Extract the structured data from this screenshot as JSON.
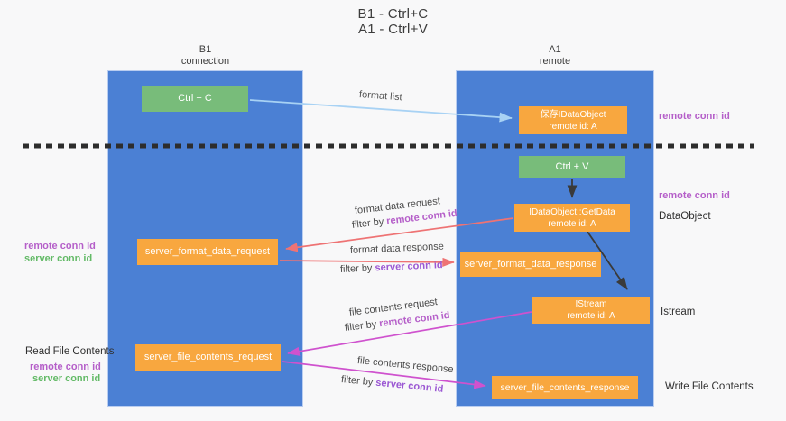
{
  "title": {
    "line1": "B1 - Ctrl+C",
    "line2": "A1 - Ctrl+V"
  },
  "columns": {
    "left": {
      "header_line1": "B1",
      "header_line2": "connection"
    },
    "right": {
      "header_line1": "A1",
      "header_line2": "remote"
    }
  },
  "boxes": {
    "ctrl_c": {
      "label": "Ctrl + C"
    },
    "ctrl_v": {
      "label": "Ctrl + V"
    },
    "save_dataobject": {
      "line1": "保存IDataObject",
      "line2": "remote id: A"
    },
    "getdata": {
      "line1": "IDataObject::GetData",
      "line2": "remote id: A"
    },
    "istream": {
      "line1": "IStream",
      "line2": "remote id: A"
    },
    "format_request": {
      "label": "server_format_data_request"
    },
    "format_response": {
      "label": "server_format_data_response"
    },
    "file_request": {
      "label": "server_file_contents_request"
    },
    "file_response": {
      "label": "server_file_contents_response"
    }
  },
  "annotations": {
    "remote_conn_id_top": "remote conn id",
    "remote_conn_id_mid": "remote conn id",
    "dataobject": "DataObject",
    "istream": "Istream",
    "write_file": "Write File Contents",
    "read_file": "Read File Contents",
    "left_remote_1": "remote conn id",
    "left_server_1": "server conn id",
    "left_remote_2": "remote conn id",
    "left_server_2": "server conn id"
  },
  "arrows": {
    "format_list": {
      "label": "format list"
    },
    "format_request": {
      "line1": "format data request",
      "filter_prefix": "filter by ",
      "filter_key": "remote conn id"
    },
    "format_response": {
      "line1": "format data response",
      "filter_prefix": "filter by ",
      "filter_key": "server conn id"
    },
    "file_request": {
      "line1": "file contents request",
      "filter_prefix": "filter by ",
      "filter_key": "remote conn id"
    },
    "file_response": {
      "line1": "file contents response",
      "filter_prefix": "filter by ",
      "filter_key": "server conn id"
    }
  },
  "colors": {
    "bg": "#f8f8f9",
    "column-blue": "#4b80d4",
    "box-green": "#78bc7a",
    "box-orange": "#f8a73f",
    "purple": "#b55fc9",
    "violet": "#9b57d3",
    "green-id": "#63ba67",
    "arrow-blue": "#a8d2f4",
    "arrow-red": "#ee7374",
    "arrow-magenta": "#cf52ce",
    "arrow-black": "#3a3a3a",
    "dash-black": "#2d2d2d"
  }
}
